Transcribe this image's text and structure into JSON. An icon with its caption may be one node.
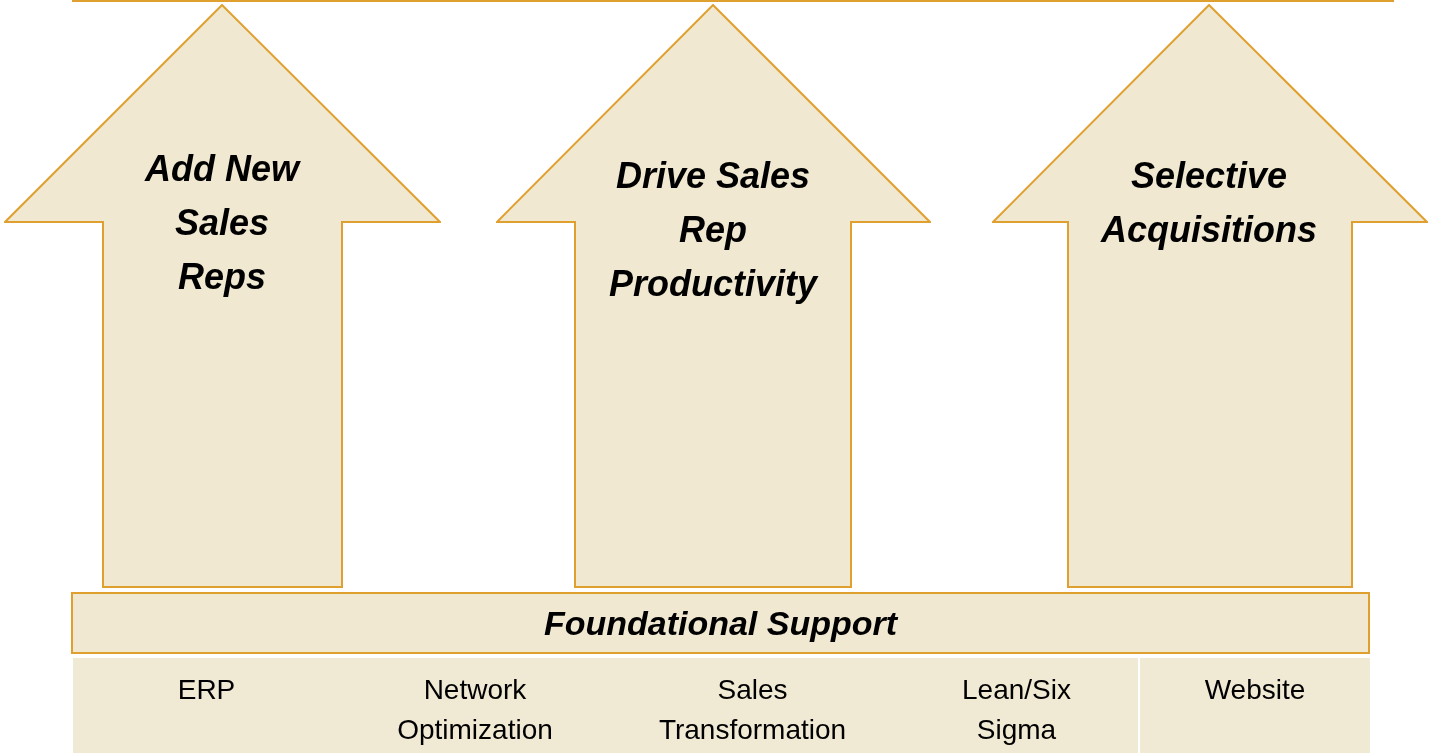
{
  "diagram": {
    "nodes": [
      {
        "text": [
          "Add New Sales Reps"
        ]
      },
      {
        "text": [
          "Drive Sales Rep Productivity"
        ]
      },
      {
        "text": [
          "Selective Acquisitions"
        ]
      },
      {
        "text": [
          "Foundational Support"
        ]
      },
      {
        "text": [
          "ERP"
        ]
      },
      {
        "text": [
          "Network Optimization"
        ]
      },
      {
        "text": [
          "Sales Transformation"
        ]
      },
      {
        "text": [
          "Lean/Six Sigma"
        ]
      },
      {
        "text": [
          "Website"
        ]
      }
    ]
  }
}
